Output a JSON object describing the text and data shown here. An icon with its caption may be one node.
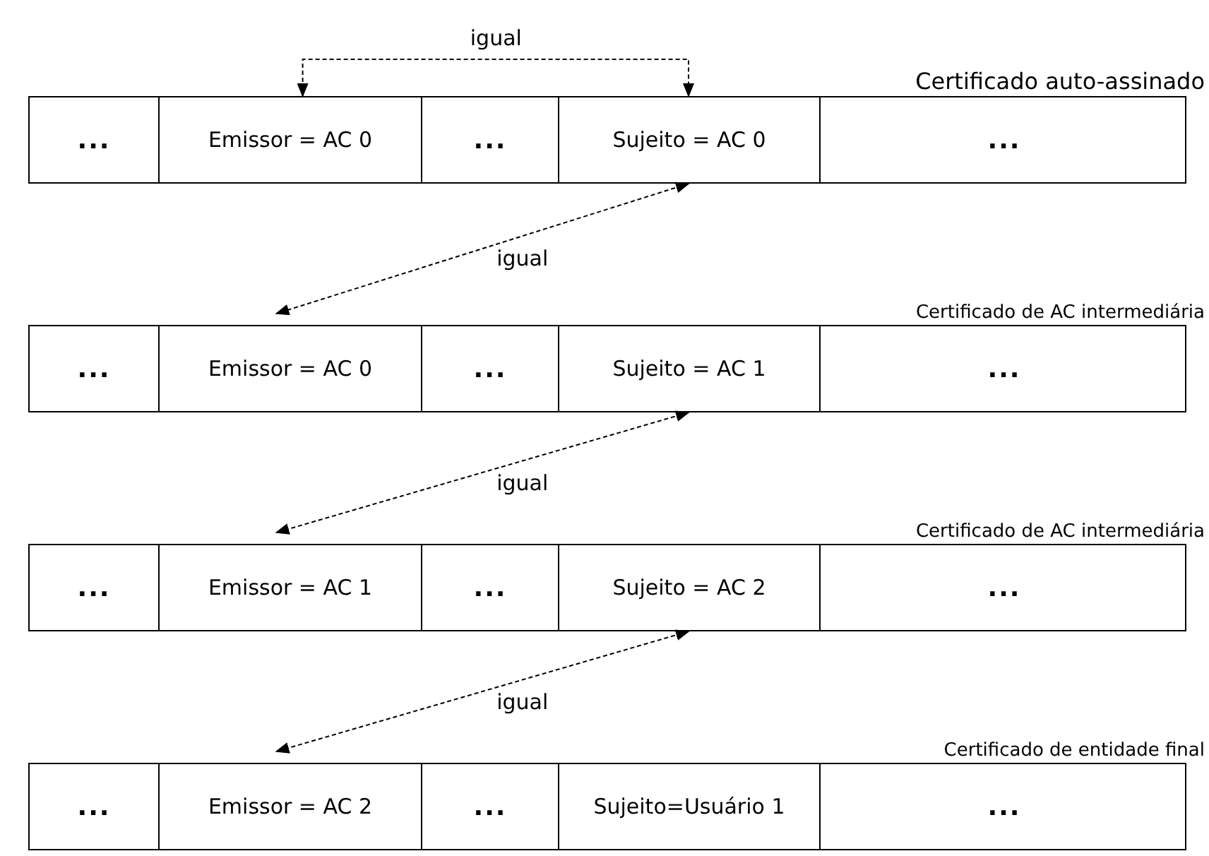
{
  "diagram": {
    "nodes": [
      {
        "text": [
          "Certificado auto-assinado"
        ]
      },
      {
        "text": [
          "..."
        ],
        "in": 0
      },
      {
        "text": [
          "Emissor = AC 0"
        ],
        "in": 0
      },
      {
        "text": [
          "..."
        ],
        "in": 0
      },
      {
        "text": [
          "Sujeito = AC 0"
        ],
        "in": 0
      },
      {
        "text": [
          "..."
        ],
        "in": 0
      },
      {
        "text": [
          "Certificado de AC intermediária"
        ]
      },
      {
        "text": [
          "..."
        ],
        "in": 6
      },
      {
        "text": [
          "Emissor = AC 0"
        ],
        "in": 6
      },
      {
        "text": [
          "..."
        ],
        "in": 6
      },
      {
        "text": [
          "Sujeito = AC 1"
        ],
        "in": 6
      },
      {
        "text": [
          "..."
        ],
        "in": 6
      },
      {
        "text": [
          "Certificado de AC intermediária"
        ]
      },
      {
        "text": [
          "..."
        ],
        "in": 12
      },
      {
        "text": [
          "Emissor = AC 1"
        ],
        "in": 12
      },
      {
        "text": [
          "..."
        ],
        "in": 12
      },
      {
        "text": [
          "Sujeito = AC 2"
        ],
        "in": 12
      },
      {
        "text": [
          "..."
        ],
        "in": 12
      },
      {
        "text": [
          "Certificado de entidade final"
        ]
      },
      {
        "text": [
          "..."
        ],
        "in": 18
      },
      {
        "text": [
          "Emissor = AC 2"
        ],
        "in": 18
      },
      {
        "text": [
          "..."
        ],
        "in": 18
      },
      {
        "text": [
          "Sujeito=Usuário 1"
        ],
        "in": 18
      },
      {
        "text": [
          "..."
        ],
        "in": 18
      }
    ],
    "edges": [
      {
        "from": 2,
        "to": 4,
        "arrow": "both",
        "style": "dashed",
        "label": "igual"
      },
      {
        "from": 4,
        "to": 8,
        "arrow": "both",
        "style": "dashed",
        "label": "igual"
      },
      {
        "from": 10,
        "to": 14,
        "arrow": "both",
        "style": "dashed",
        "label": "igual"
      },
      {
        "from": 16,
        "to": 20,
        "arrow": "both",
        "style": "dashed",
        "label": "igual"
      }
    ]
  }
}
